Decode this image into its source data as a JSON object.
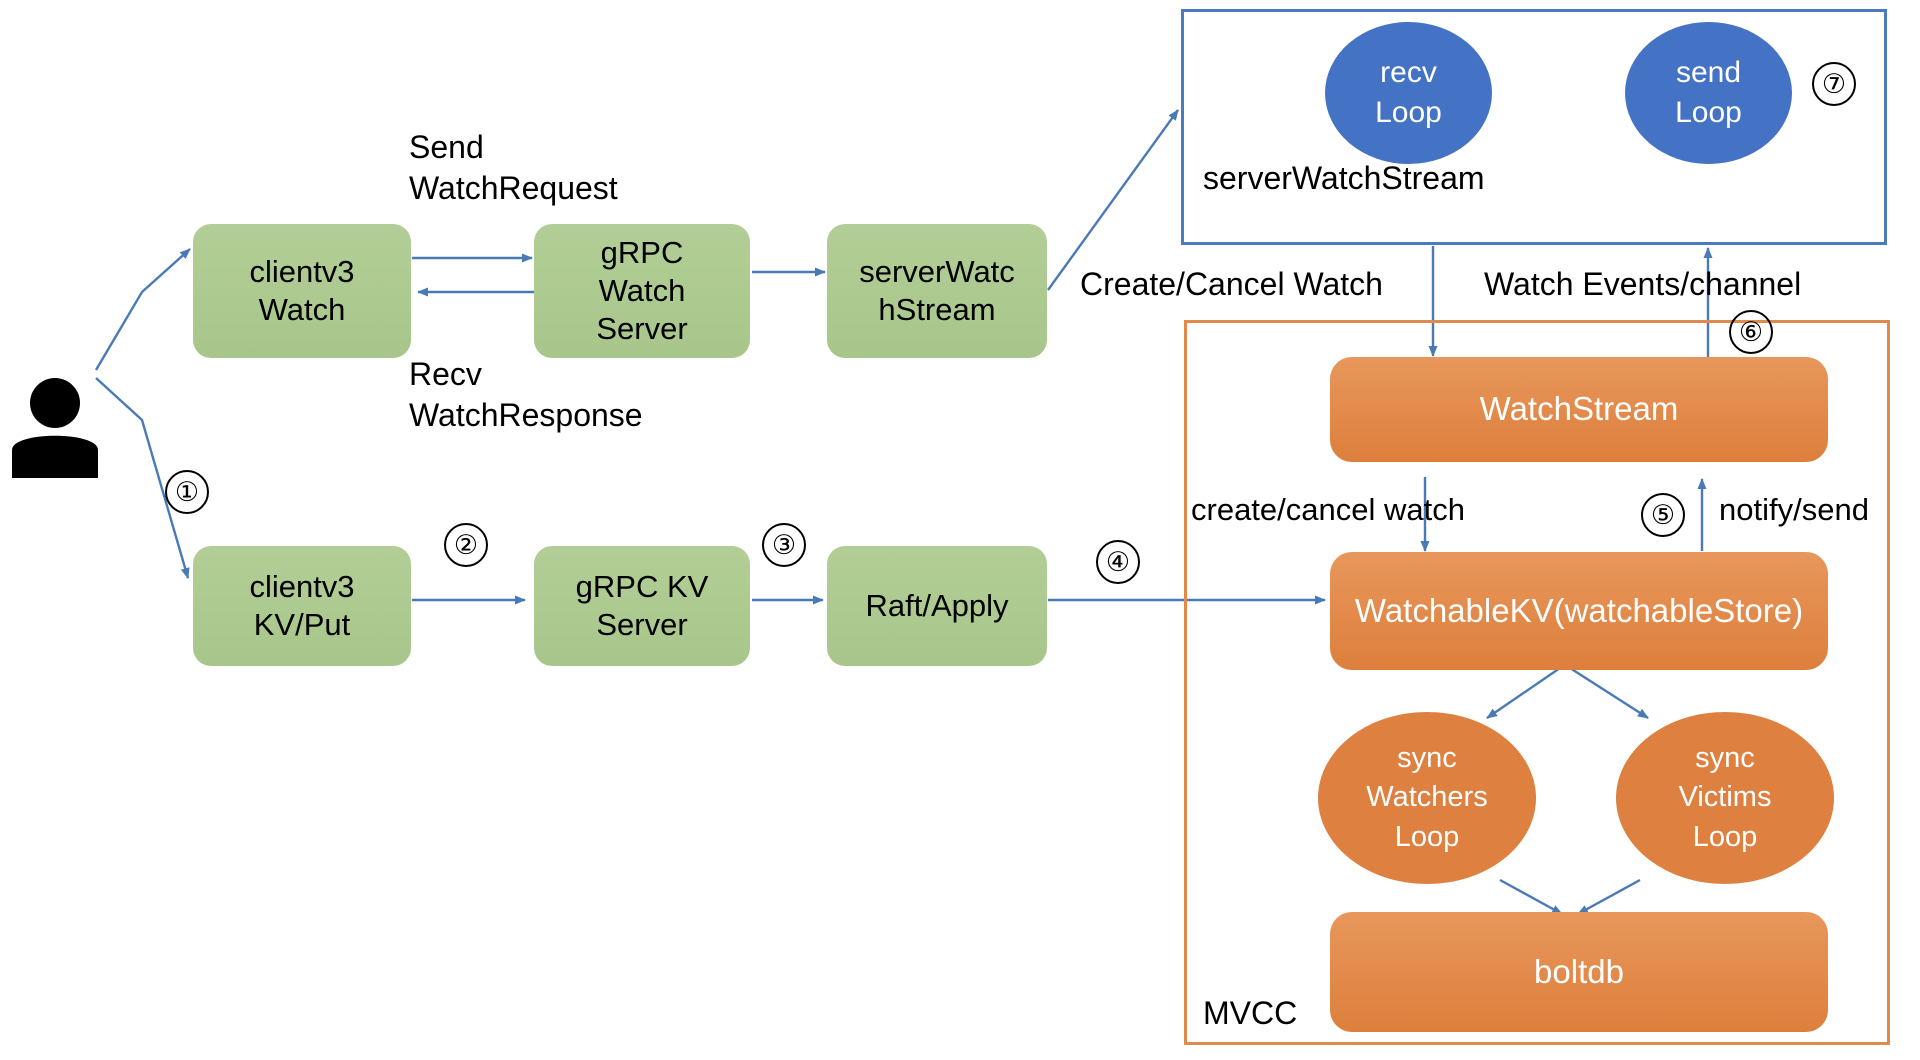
{
  "diagram": {
    "title": "etcd watch architecture flow",
    "colors": {
      "green_node": "#a8c68c",
      "orange_node": "#dd7f3c",
      "blue_ellipse": "#4472c4",
      "orange_ellipse": "#dd8040",
      "arrow": "#4a7ab5",
      "blue_container_border": "#4a7bbd",
      "orange_container_border": "#e08a4d"
    },
    "actor": {
      "icon": "person-icon",
      "label": ""
    },
    "containers": [
      {
        "id": "server-watch-stream-container",
        "label": "serverWatchStream",
        "border": "blue"
      },
      {
        "id": "mvcc-container",
        "label": "MVCC",
        "border": "orange"
      }
    ],
    "nodes": {
      "clientv3_watch": "clientv3\nWatch",
      "grpc_watch_server": "gRPC\nWatch\nServer",
      "server_watch_stream": "serverWatc\nhStream",
      "clientv3_kv_put": "clientv3\nKV/Put",
      "grpc_kv_server": "gRPC KV\nServer",
      "raft_apply": "Raft/Apply",
      "watch_stream": "WatchStream",
      "watchable_kv": "WatchableKV(watchableStore)",
      "boltdb": "boltdb"
    },
    "ellipses": {
      "recv_loop": "recv\nLoop",
      "send_loop": "send\nLoop",
      "sync_watchers_loop": "sync\nWatchers\nLoop",
      "sync_victims_loop": "sync\nVictims\nLoop"
    },
    "edge_labels": {
      "send_watchrequest": "Send\nWatchRequest",
      "recv_watchresponse": "Recv\nWatchResponse",
      "create_cancel_watch_upper": "Create/Cancel Watch",
      "watch_events_channel": "Watch Events/channel",
      "create_cancel_watch_lower": "create/cancel watch",
      "notify_send": "notify/send"
    },
    "steps": [
      {
        "id": "step-1",
        "label": "①"
      },
      {
        "id": "step-2",
        "label": "②"
      },
      {
        "id": "step-3",
        "label": "③"
      },
      {
        "id": "step-4",
        "label": "④"
      },
      {
        "id": "step-5",
        "label": "⑤"
      },
      {
        "id": "step-6",
        "label": "⑥"
      },
      {
        "id": "step-7",
        "label": "⑦"
      }
    ]
  }
}
